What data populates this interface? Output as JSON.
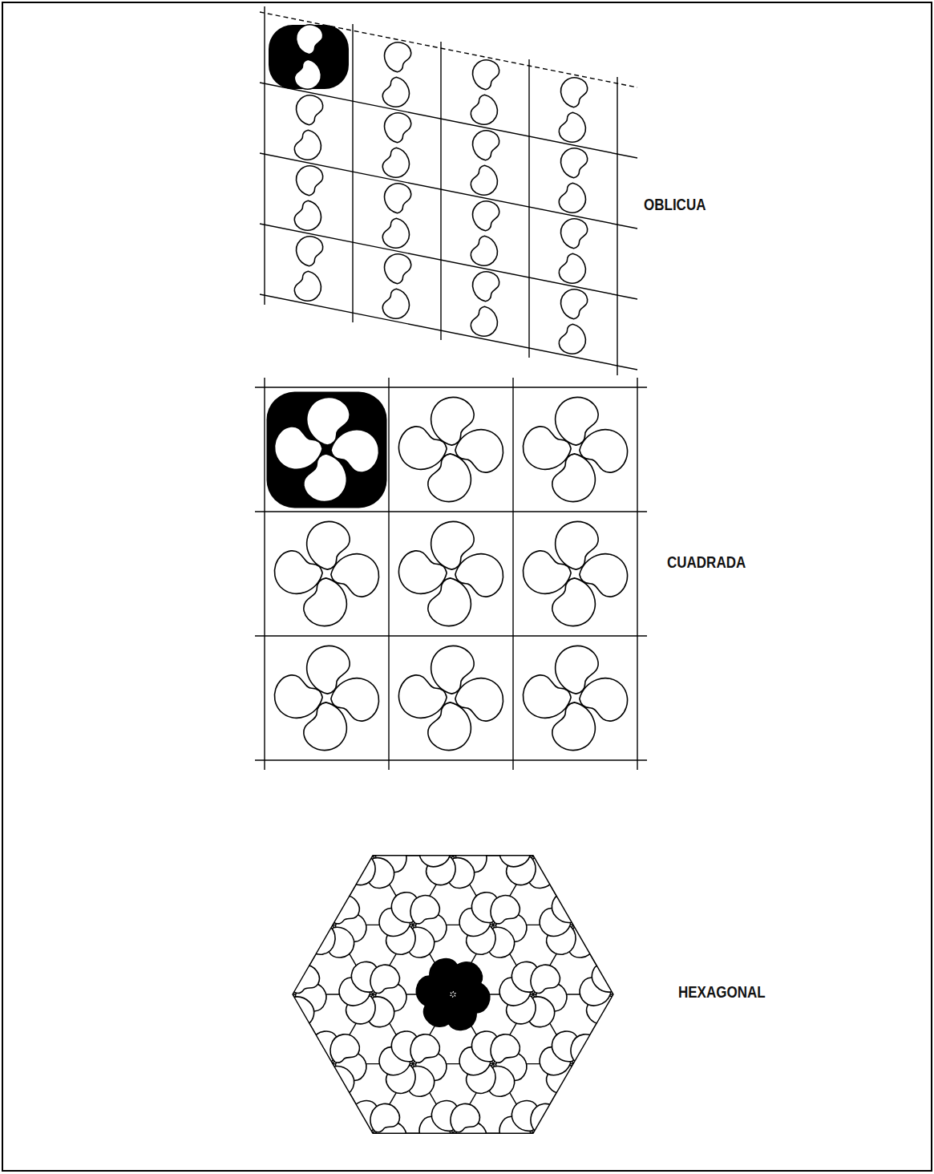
{
  "diagram": {
    "labels": [
      "OBLICUA",
      "CUADRADA",
      "HEXAGONAL"
    ]
  }
}
